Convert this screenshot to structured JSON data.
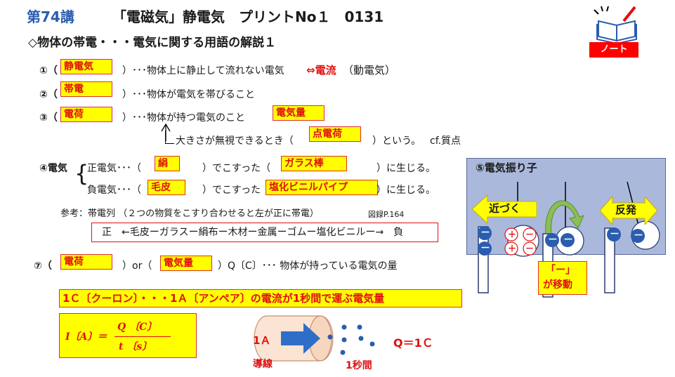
{
  "header": {
    "lesson": "第74講",
    "title": "「電磁気」静電気　プリントNo１　0131",
    "subtitle": "◇物体の帯電・・・電気に関する用語の解説１",
    "note_badge": "ノート"
  },
  "items": {
    "i1": {
      "num": "①（",
      "answer": "静電気",
      "text": "）･･･物体上に静止して流れない電気",
      "arrow": "⇔電流",
      "suffix": "（動電気）"
    },
    "i2": {
      "num": "②（",
      "answer": "帯電",
      "text": "）･･･物体が電気を帯びること"
    },
    "i3": {
      "num": "③（",
      "answer": "電荷",
      "text": "）･･･物体が持つ電気のこと",
      "answer2": "電気量"
    },
    "i3b": {
      "text": "大きさが無視できるとき（",
      "answer": "点電荷",
      "text2": "）という。",
      "cf": "cf.質点"
    },
    "i4": {
      "num": "④電気",
      "pos_label": "正電気･･･（",
      "pos_answer": "絹",
      "pos_mid": "）でこすった（",
      "pos_answer2": "ガラス棒",
      "pos_end": "）に生じる。",
      "neg_label": "負電気･･･（",
      "neg_answer": "毛皮",
      "neg_mid": "）でこすった",
      "neg_answer2": "塩化ビニルパイプ",
      "neg_end": "）に生じる。"
    },
    "ref": {
      "text": "参考：帯電列 （２つの物質をこすり合わせると左が正に帯電）",
      "small": "図録P.164",
      "series": "正　←毛皮ーガラスー絹布ー木材ー金属ーゴムー塩化ビニルー→　負"
    },
    "i7": {
      "num": "⑦（",
      "answer": "電荷",
      "or": "）or（",
      "answer2": "電気量",
      "text": "）Q〔C〕･･･ 物体が持っている電気の量"
    }
  },
  "coulomb": {
    "definition": "1Ｃ〔クーロン〕・・・1Ａ〔アンペア〕の電流が1秒間で運ぶ電気量"
  },
  "formula": {
    "lhs": "I〔A〕＝",
    "num": "Q 〔C〕",
    "den": "t 〔s〕"
  },
  "wire": {
    "current": "1Ａ",
    "wire_label": "導線",
    "time": "1秒間",
    "q": "Q＝1Ｃ"
  },
  "electroscope": {
    "title": "⑤電気振り子",
    "attract": "近づく",
    "repel": "反発",
    "move_note_1": "「ー」",
    "move_note_2": "が移動",
    "plus": "＋",
    "minus": "－"
  },
  "colors": {
    "accent_blue": "#2a5db0",
    "red": "#e01010",
    "yellow": "#ffff00",
    "panel": "#aab8dc"
  }
}
